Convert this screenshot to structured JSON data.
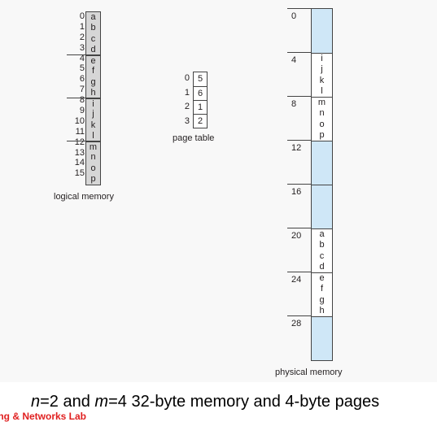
{
  "logical_memory": {
    "label": "logical memory",
    "addresses": [
      "0",
      "1",
      "2",
      "3",
      "4",
      "5",
      "6",
      "7",
      "8",
      "9",
      "10",
      "11",
      "12",
      "13",
      "14",
      "15"
    ],
    "contents": [
      "a",
      "b",
      "c",
      "d",
      "e",
      "f",
      "g",
      "h",
      "i",
      "j",
      "k",
      "l",
      "m",
      "n",
      "o",
      "p"
    ]
  },
  "page_table": {
    "label": "page table",
    "indices": [
      "0",
      "1",
      "2",
      "3"
    ],
    "frames": [
      "5",
      "6",
      "1",
      "2"
    ]
  },
  "physical_memory": {
    "label": "physical memory",
    "frame_addresses": [
      "0",
      "4",
      "8",
      "12",
      "16",
      "20",
      "24",
      "28"
    ],
    "frame_contents": [
      [],
      [
        "i",
        "j",
        "k",
        "l"
      ],
      [
        "m",
        "n",
        "o",
        "p"
      ],
      [],
      [],
      [
        "a",
        "b",
        "c",
        "d"
      ],
      [
        "e",
        "f",
        "g",
        "h"
      ],
      []
    ]
  },
  "caption": {
    "n_var": "n",
    "n_text": "=2 and ",
    "m_var": "m",
    "m_text": "=4   32-byte memory and 4-byte pages"
  },
  "footer": {
    "text": "ing & Networks Lab"
  },
  "colors": {
    "logical_fill": "#d6d6d6",
    "empty_frame_fill": "#cfe7f7",
    "footer_red": "#e02020"
  }
}
